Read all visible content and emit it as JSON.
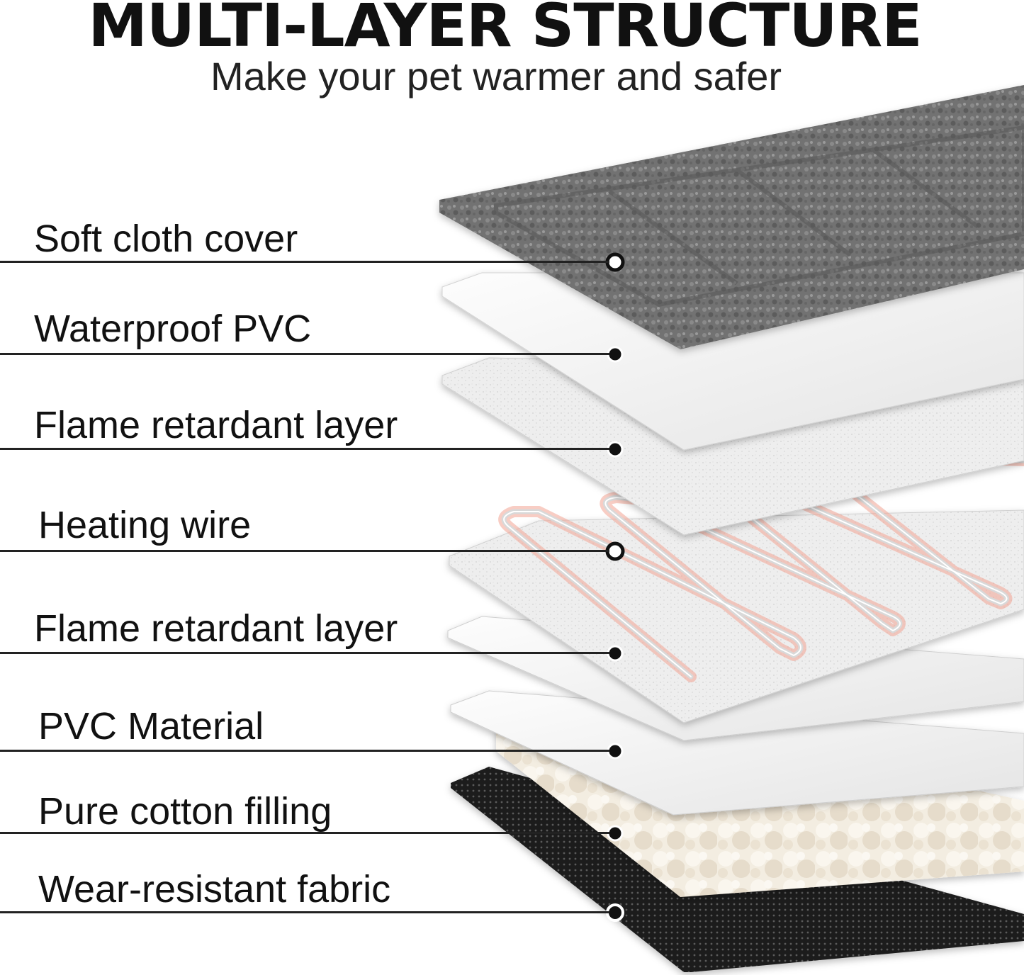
{
  "header": {
    "title": "MULTI-LAYER STRUCTURE",
    "subtitle": "Make your pet warmer and safer"
  },
  "layers": [
    {
      "label": "Soft cloth cover",
      "material": "gray plush"
    },
    {
      "label": "Waterproof PVC",
      "material": "white film"
    },
    {
      "label": "Flame retardant layer",
      "material": "speckled white"
    },
    {
      "label": "Heating wire",
      "material": "looped wire"
    },
    {
      "label": "Flame retardant layer",
      "material": "speckled white"
    },
    {
      "label": "PVC Material",
      "material": "white film"
    },
    {
      "label": "Pure cotton filling",
      "material": "cotton"
    },
    {
      "label": "Wear-resistant fabric",
      "material": "black mesh"
    }
  ],
  "colors": {
    "text": "#111111",
    "cover": "#6e6e6e",
    "wire_glow": "#f29a8a",
    "fabric": "#1c1c1c"
  }
}
